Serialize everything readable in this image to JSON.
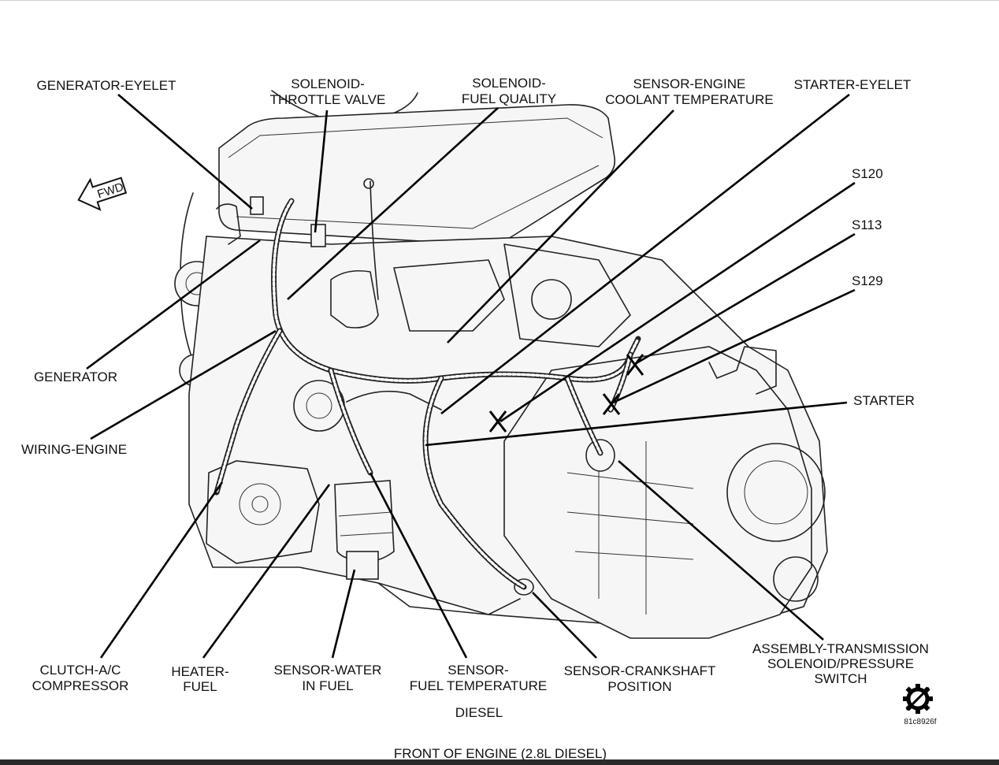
{
  "labels": {
    "generator_eyelet": "GENERATOR-EYELET",
    "solenoid_throttle_l1": "SOLENOID-",
    "solenoid_throttle_l2": "THROTTLE VALVE",
    "solenoid_fuel_l1": "SOLENOID-",
    "solenoid_fuel_l2": "FUEL QUALITY",
    "sensor_coolant_l1": "SENSOR-ENGINE",
    "sensor_coolant_l2": "COOLANT TEMPERATURE",
    "starter_eyelet": "STARTER-EYELET",
    "s120": "S120",
    "s113": "S113",
    "s129": "S129",
    "generator": "GENERATOR",
    "wiring_engine": "WIRING-ENGINE",
    "starter": "STARTER",
    "clutch_l1": "CLUTCH-A/C",
    "clutch_l2": "COMPRESSOR",
    "heater_l1": "HEATER-",
    "heater_l2": "FUEL",
    "water_l1": "SENSOR-WATER",
    "water_l2": "IN FUEL",
    "fueltemp_l1": "SENSOR-",
    "fueltemp_l2": "FUEL TEMPERATURE",
    "crank_l1": "SENSOR-CRANKSHAFT",
    "crank_l2": "POSITION",
    "trans_l1": "ASSEMBLY-TRANSMISSION",
    "trans_l2": "SOLENOID/PRESSURE",
    "trans_l3": "SWITCH",
    "diesel": "DIESEL",
    "caption": "FRONT OF ENGINE (2.8L DIESEL)",
    "image_code": "81c8926f",
    "fwd_arrow": "FWD"
  },
  "icons": {
    "fwd": "fwd-arrow-icon",
    "service": "gear-service-icon"
  }
}
